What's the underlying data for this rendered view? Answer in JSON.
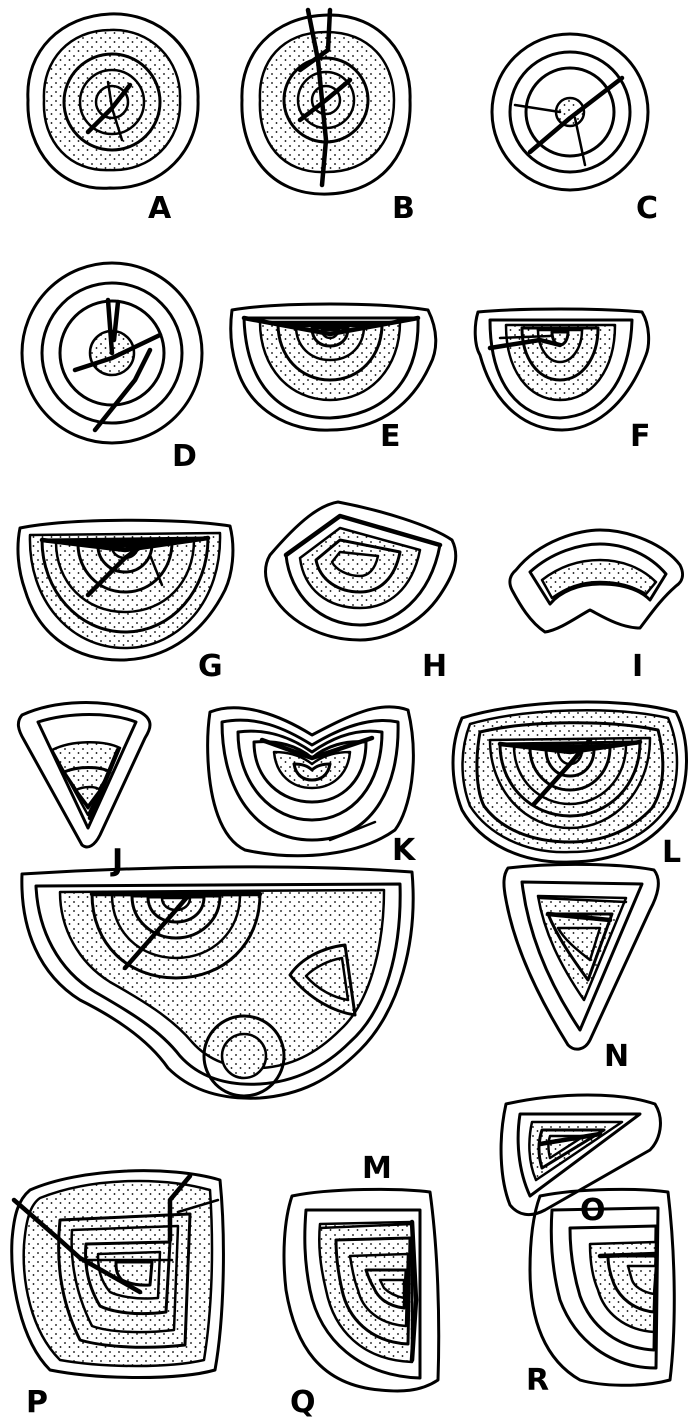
{
  "colors": {
    "ink": "#000000",
    "paper": "#ffffff"
  },
  "panels": [
    {
      "label": "A"
    },
    {
      "label": "B"
    },
    {
      "label": "C"
    },
    {
      "label": "D"
    },
    {
      "label": "E"
    },
    {
      "label": "F"
    },
    {
      "label": "G"
    },
    {
      "label": "H"
    },
    {
      "label": "I"
    },
    {
      "label": "J"
    },
    {
      "label": "K"
    },
    {
      "label": "L"
    },
    {
      "label": "M"
    },
    {
      "label": "N"
    },
    {
      "label": "O"
    },
    {
      "label": "P"
    },
    {
      "label": "Q"
    },
    {
      "label": "R"
    }
  ]
}
